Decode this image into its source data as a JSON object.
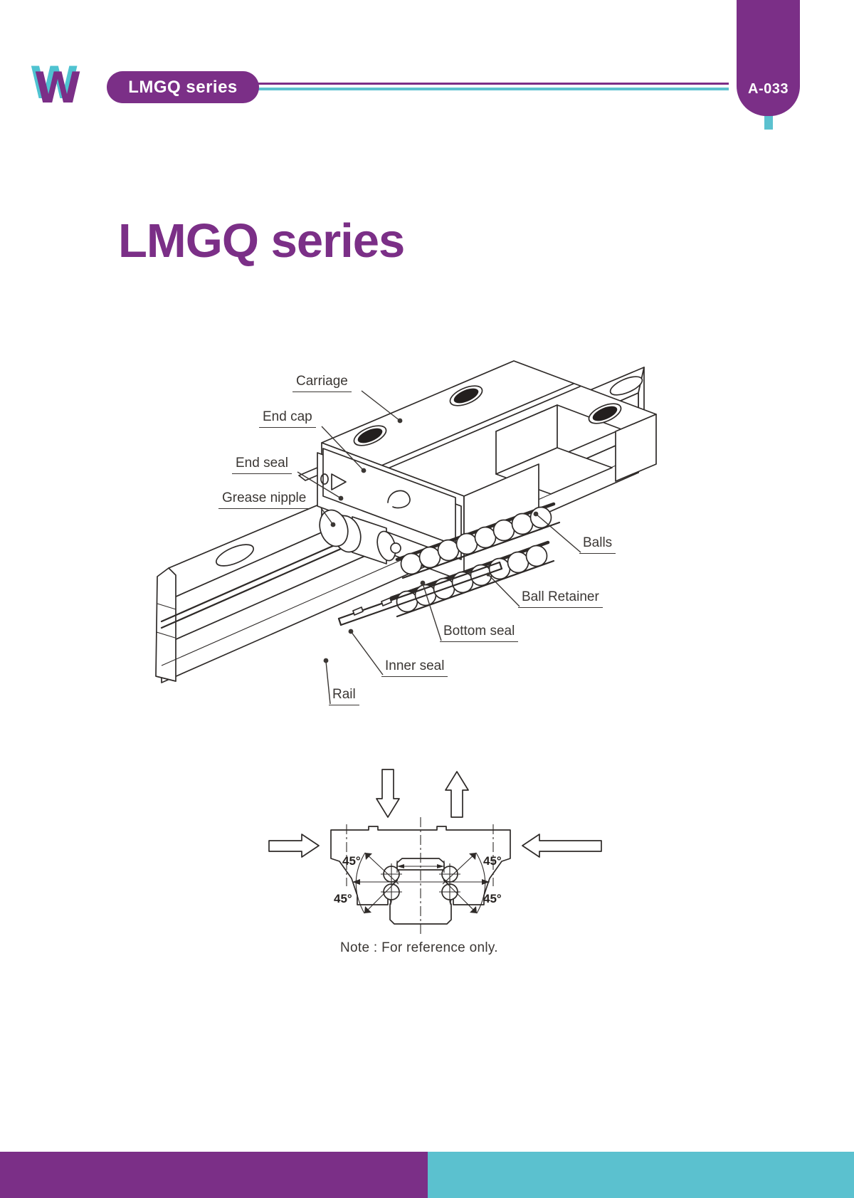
{
  "header": {
    "logo_text": "W",
    "badge": "LMGQ series",
    "page_code": "A-033"
  },
  "title": "LMGQ series",
  "diagram": {
    "labels": [
      "Carriage",
      "End cap",
      "End seal",
      "Grease nipple",
      "Balls",
      "Ball Retainer",
      "Bottom seal",
      "Inner seal",
      "Rail"
    ]
  },
  "cross_section": {
    "angles": [
      "45°",
      "45°",
      "45°",
      "45°"
    ]
  },
  "note": "Note : For reference only.",
  "colors": {
    "purple": "#7B2F87",
    "teal": "#5BC1CF",
    "ink": "#2E2A28"
  }
}
